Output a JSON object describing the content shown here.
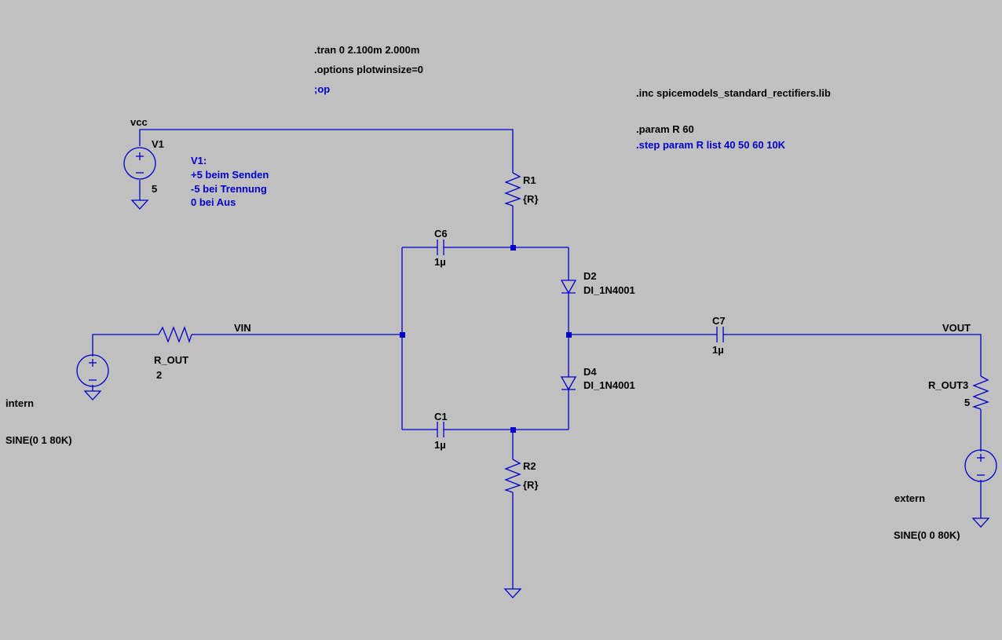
{
  "directives": {
    "tran": ".tran 0 2.100m 2.000m",
    "options": ".options plotwinsize=0",
    "op": ";op",
    "inc": ".inc spicemodels_standard_rectifiers.lib",
    "param": ".param R 60",
    "step": ".step param R list 40 50 60 10K"
  },
  "comment": {
    "line1": "V1:",
    "line2": "+5 beim Senden",
    "line3": "-5 bei Trennung",
    "line4": "0 bei Aus"
  },
  "nets": {
    "vcc": "vcc",
    "vin": "VIN",
    "vout": "VOUT"
  },
  "components": {
    "v1": {
      "name": "V1",
      "value": "5"
    },
    "r1": {
      "name": "R1",
      "value": "{R}"
    },
    "r2": {
      "name": "R2",
      "value": "{R}"
    },
    "c6": {
      "name": "C6",
      "value": "1µ"
    },
    "c1": {
      "name": "C1",
      "value": "1µ"
    },
    "c7": {
      "name": "C7",
      "value": "1µ"
    },
    "d2": {
      "name": "D2",
      "value": "DI_1N4001"
    },
    "d4": {
      "name": "D4",
      "value": "DI_1N4001"
    },
    "r_out": {
      "name": "R_OUT",
      "value": "2"
    },
    "r_out3": {
      "name": "R_OUT3",
      "value": "5"
    },
    "intern": {
      "name": "intern",
      "value": "SINE(0 1 80K)"
    },
    "extern": {
      "name": "extern",
      "value": "SINE(0 0 80K)"
    }
  },
  "colors": {
    "wire": "#0000cc",
    "background": "#c0c0c0",
    "text": "#000000",
    "comment": "#0000cc"
  }
}
